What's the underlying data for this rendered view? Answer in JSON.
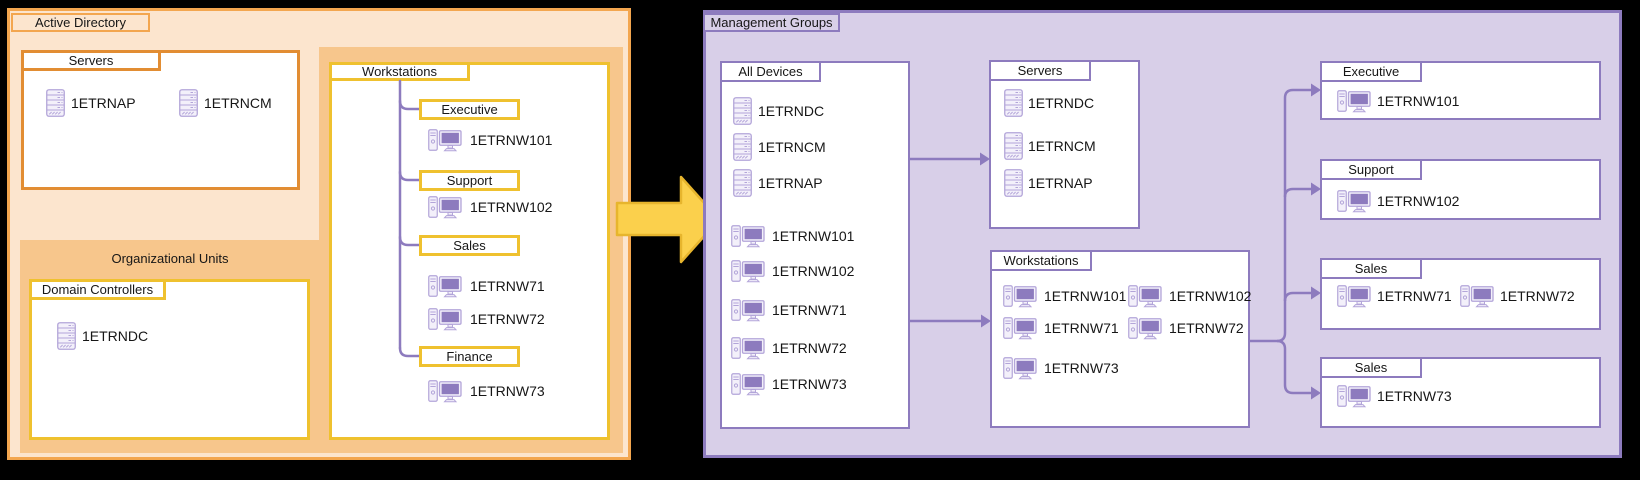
{
  "ad": {
    "title": "Active Directory",
    "servers": {
      "label": "Servers",
      "items": [
        "1ETRNAP",
        "1ETRNCM"
      ]
    },
    "ou_label": "Organizational Units",
    "domain_controllers": {
      "label": "Domain Controllers",
      "items": [
        "1ETRNDC"
      ]
    },
    "workstations": {
      "label": "Workstations",
      "groups": [
        {
          "label": "Executive",
          "items": [
            "1ETRNW101"
          ]
        },
        {
          "label": "Support",
          "items": [
            "1ETRNW102"
          ]
        },
        {
          "label": "Sales",
          "items": [
            "1ETRNW71",
            "1ETRNW72"
          ]
        },
        {
          "label": "Finance",
          "items": [
            "1ETRNW73"
          ]
        }
      ]
    }
  },
  "mg": {
    "title": "Management Groups",
    "all_devices": {
      "label": "All Devices",
      "servers": [
        "1ETRNDC",
        "1ETRNCM",
        "1ETRNAP"
      ],
      "workstations": [
        "1ETRNW101",
        "1ETRNW102",
        "1ETRNW71",
        "1ETRNW72",
        "1ETRNW73"
      ]
    },
    "servers": {
      "label": "Servers",
      "items": [
        "1ETRNDC",
        "1ETRNCM",
        "1ETRNAP"
      ]
    },
    "workstations": {
      "label": "Workstations",
      "col1": [
        "1ETRNW101",
        "1ETRNW71",
        "1ETRNW73"
      ],
      "col2": [
        "1ETRNW102",
        "1ETRNW72"
      ]
    },
    "groups": [
      {
        "label": "Executive",
        "items": [
          "1ETRNW101"
        ]
      },
      {
        "label": "Support",
        "items": [
          "1ETRNW102"
        ]
      },
      {
        "label": "Sales",
        "items": [
          "1ETRNW71",
          "1ETRNW72"
        ]
      },
      {
        "label": "Sales",
        "items": [
          "1ETRNW73"
        ]
      }
    ]
  },
  "colors": {
    "ad_fill": "#FCE5CE",
    "ad_border": "#F3A64F",
    "ou_fill": "#F7C68C",
    "servers_border": "#E28D33",
    "yellow_border": "#EFC12F",
    "mg_fill": "#D8CFE8",
    "purple": "#8D7BBE",
    "icon_lavender": "#B3A5D9",
    "arrow_fill": "#FBD04C",
    "arrow_border": "#E7B52D"
  }
}
